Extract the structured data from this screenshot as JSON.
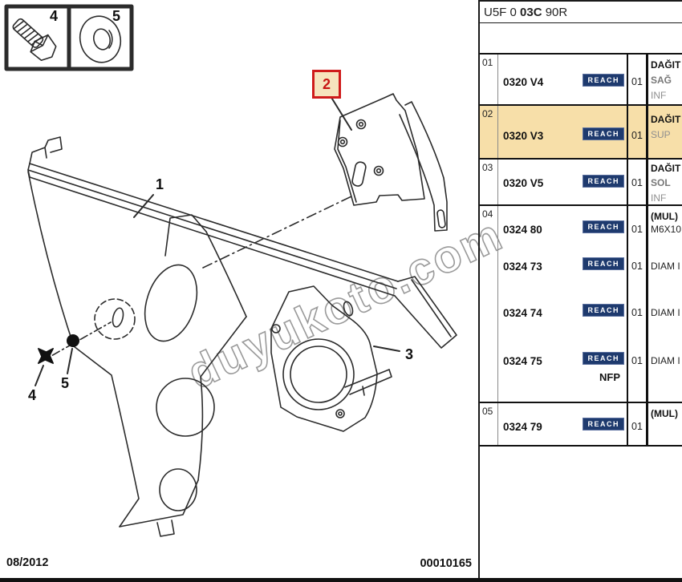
{
  "header": {
    "code_prefix": "U5F 0 ",
    "code_bold": "03C",
    "code_suffix": " 90R"
  },
  "reach_label": "REACH",
  "table": {
    "rows": [
      {
        "num": "01",
        "pn": "0320 V4",
        "qty": "01",
        "desc1": "DAĞIT",
        "desc2": "SAĞ",
        "desc3": "INF"
      },
      {
        "num": "02",
        "pn": "0320 V3",
        "qty": "01",
        "desc1": "DAĞIT",
        "desc2": "SUP"
      },
      {
        "num": "03",
        "pn": "0320 V5",
        "qty": "01",
        "desc1": "DAĞIT",
        "desc2": "SOL",
        "desc3": "INF"
      },
      {
        "num": "04",
        "entries": [
          {
            "pn": "0324 80",
            "qty": "01",
            "desc": "M6X10"
          },
          {
            "pn": "0324 73",
            "qty": "01",
            "desc": "DIAM I"
          },
          {
            "pn": "0324 74",
            "qty": "01",
            "desc": "DIAM I"
          },
          {
            "pn": "0324 75",
            "qty": "01",
            "desc": "DIAM I",
            "note": "NFP"
          }
        ],
        "desc_header": "(MUL)"
      },
      {
        "num": "05",
        "pn": "0324 79",
        "qty": "01",
        "desc1": "(MUL)"
      }
    ]
  },
  "diagram": {
    "watermark": "duyukoto.com",
    "labels": {
      "p1": "1",
      "p2": "2",
      "p3": "3",
      "p4": "4",
      "p5": "5"
    },
    "legend": {
      "box4": "4",
      "box5": "5"
    },
    "footer_date": "08/2012",
    "footer_code": "00010165"
  },
  "colors": {
    "highlight": "#f7dfa9",
    "label2_bg": "#f6e3bd",
    "label2_border": "#cf1b1b",
    "reach_bg": "#1e3a6e"
  }
}
